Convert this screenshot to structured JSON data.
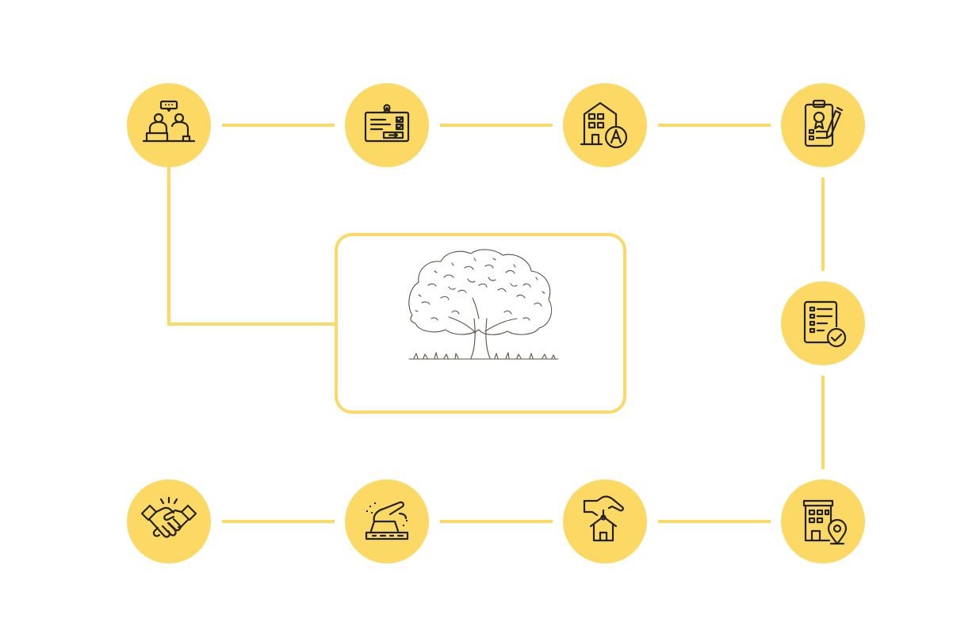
{
  "theme": {
    "accent": "#fcd965",
    "icon_color": "#222222",
    "tree_color": "#5a5048",
    "background": "#ffffff"
  },
  "center": {
    "icon": "oak-tree-illustration"
  },
  "steps": [
    {
      "id": "consultation",
      "icon": "consultation-meeting-icon"
    },
    {
      "id": "application-form",
      "icon": "application-form-icon"
    },
    {
      "id": "property-search",
      "icon": "building-navigation-icon"
    },
    {
      "id": "contract-signing",
      "icon": "clipboard-contract-icon"
    },
    {
      "id": "approved-document",
      "icon": "document-approved-icon"
    },
    {
      "id": "property-location",
      "icon": "building-location-icon"
    },
    {
      "id": "home-keys",
      "icon": "hand-house-key-icon"
    },
    {
      "id": "cleaning",
      "icon": "cleaning-brush-icon"
    },
    {
      "id": "deal-closed",
      "icon": "handshake-icon"
    }
  ]
}
